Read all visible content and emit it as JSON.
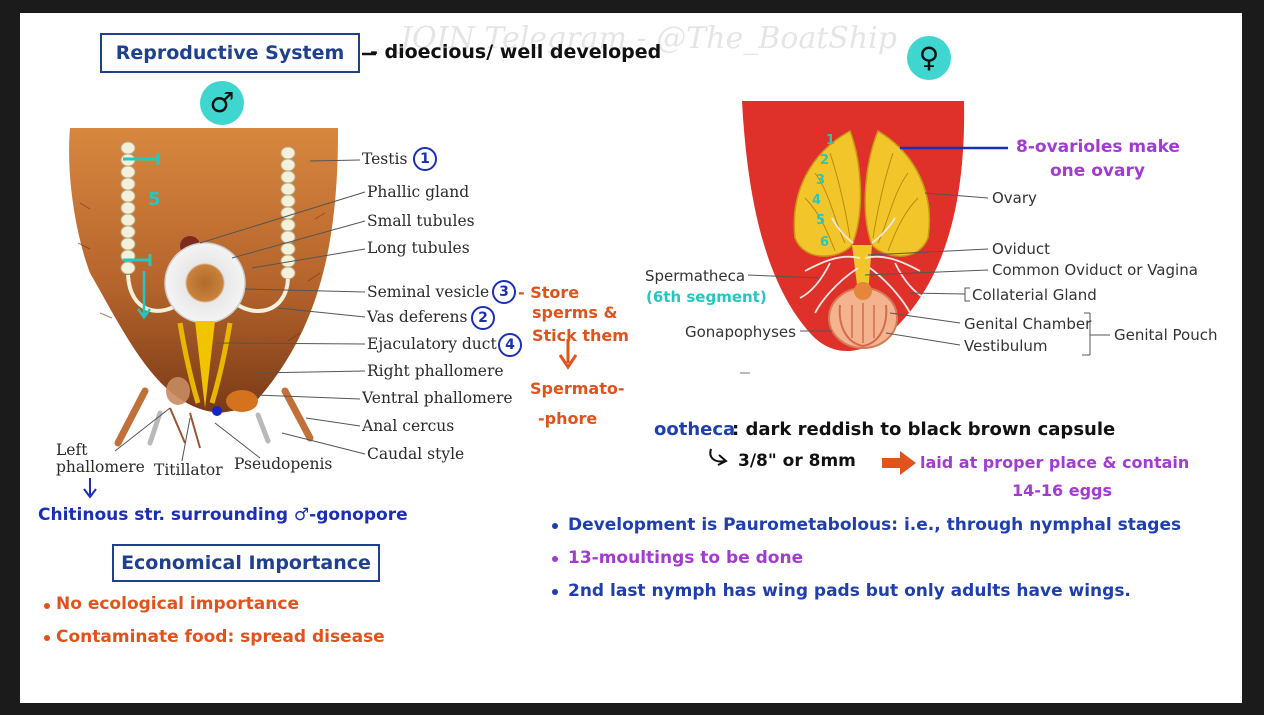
{
  "watermark": "JOIN Telegram - @The_BoatShip",
  "title": "Reproductive System",
  "title_note": "- dioecious/ well developed",
  "male_symbol": "♂",
  "female_symbol": "♀",
  "male_labels": {
    "testis": "Testis",
    "phallic_gland": "Phallic gland",
    "small_tubules": "Small tubules",
    "long_tubules": "Long tubules",
    "seminal_vesicle": "Seminal vesicle",
    "vas_deferens": "Vas deferens",
    "ejaculatory_duct": "Ejaculatory duct",
    "right_phallomere": "Right phallomere",
    "ventral_phallomere": "Ventral phallomere",
    "anal_cercus": "Anal cercus",
    "caudal_style": "Caudal style",
    "left_phallomere_1": "Left",
    "left_phallomere_2": "phallomere",
    "titillator": "Titillator",
    "pseudopenis": "Pseudopenis"
  },
  "markers": {
    "m1": "1",
    "m2": "2",
    "m3": "3",
    "m4": "4",
    "five": "5"
  },
  "seminal_note": [
    "- Store",
    "sperms &",
    "Stick them"
  ],
  "spermatophore": [
    "Spermato-",
    "-phore"
  ],
  "chitinous_note": "Chitinous str. surrounding ♂-gonopore",
  "economic": {
    "title": "Economical Importance",
    "items": [
      "No ecological importance",
      "Contaminate food: spread disease"
    ]
  },
  "female_labels": {
    "ovary": "Ovary",
    "oviduct": "Oviduct",
    "common_oviduct": "Common Oviduct or Vagina",
    "collaterial_gland": "Collaterial Gland",
    "genital_chamber": "Genital Chamber",
    "vestibulum": "Vestibulum",
    "genital_pouch": "Genital Pouch",
    "spermatheca": "Spermatheca",
    "sixth_segment": "(6th segment)",
    "gonapophyses": "Gonapophyses"
  },
  "ovariole_numbers": [
    "1",
    "2",
    "3",
    "4",
    "5",
    "6"
  ],
  "ovariole_note": [
    "8-ovarioles make",
    "one ovary"
  ],
  "ootheca": {
    "term": "ootheca",
    "desc": ": dark reddish to black brown capsule",
    "size": "3/8\" or 8mm",
    "laid": "laid at proper place & contain",
    "eggs": "14-16 eggs"
  },
  "development": [
    {
      "text": "Development is Paurometabolous: i.e., through nymphal stages",
      "color": "#1f3fae"
    },
    {
      "text": "13-moultings to be done",
      "color": "#a23bd1"
    },
    {
      "text": "2nd last nymph has wing pads but only adults have wings.",
      "color": "#1f3fae"
    }
  ],
  "colors": {
    "navy": "#1f3f8f",
    "blue_ink": "#1a2fb8",
    "orange_ink": "#e0531c",
    "purple_ink": "#a23bd1",
    "teal_ink": "#26c7c0",
    "cyan_badge": "#3fd6d0"
  }
}
